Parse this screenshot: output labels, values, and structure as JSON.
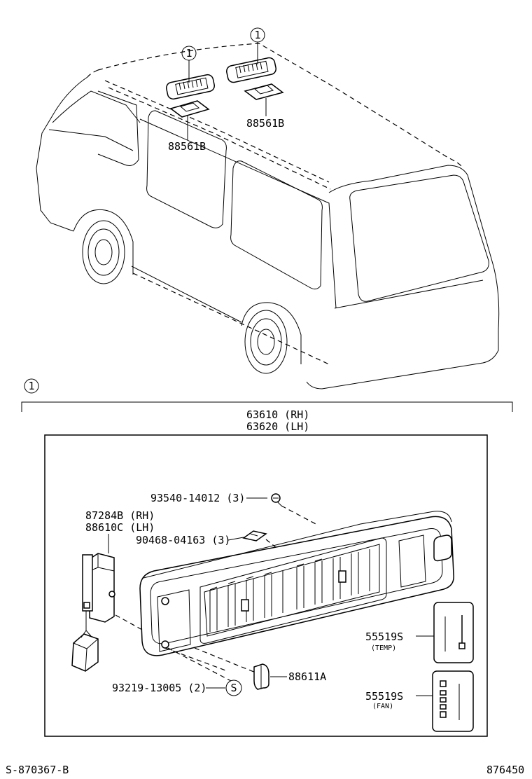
{
  "callout_number": "1",
  "labels": {
    "overhead_panel_rh": "88561B",
    "overhead_panel_lh": "88561B",
    "assembly_rh": "63610 (RH)",
    "assembly_lh": "63620 (LH)",
    "screw": "93540-14012 (3)",
    "clip": "90468-04163 (3)",
    "switch_rh": "87284B (RH)",
    "switch_lh": "88610C (LH)",
    "tapping_screw": "93219-13005 (2)",
    "screw_symbol": "S",
    "knob": "88611A",
    "emblem_temp_part": "55519S",
    "emblem_temp_sub": "(TEMP)",
    "emblem_fan_part": "55519S",
    "emblem_fan_sub": "(FAN)"
  },
  "footer": {
    "left_code": "S-870367-B",
    "right_code": "876450"
  }
}
